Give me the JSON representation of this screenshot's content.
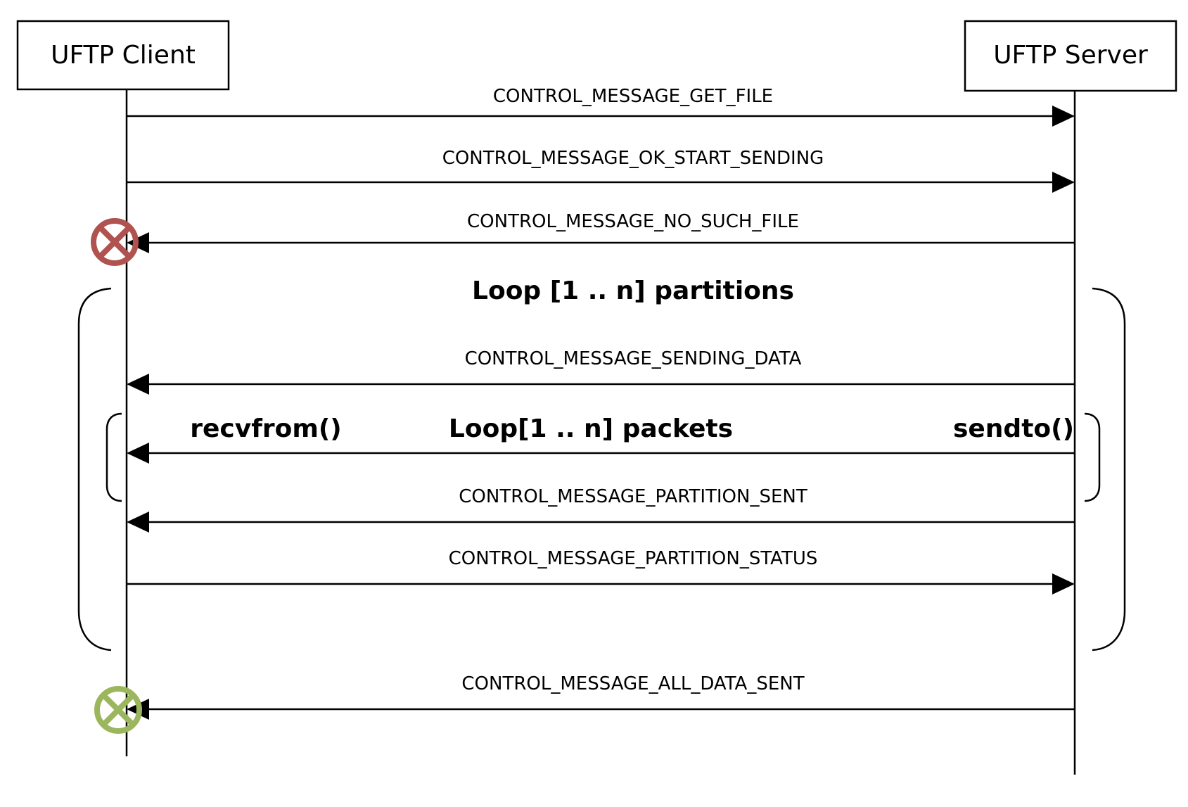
{
  "actors": {
    "client": {
      "label": "UFTP Client"
    },
    "server": {
      "label": "UFTP Server"
    }
  },
  "messages": [
    {
      "id": "get-file",
      "label": "CONTROL_MESSAGE_GET_FILE",
      "direction": "client-to-server"
    },
    {
      "id": "ok-start-sending",
      "label": "CONTROL_MESSAGE_OK_START_SENDING",
      "direction": "client-to-server"
    },
    {
      "id": "no-such-file",
      "label": "CONTROL_MESSAGE_NO_SUCH_FILE",
      "direction": "server-to-client",
      "end_marker": "failure"
    },
    {
      "id": "sending-data",
      "label": "CONTROL_MESSAGE_SENDING_DATA",
      "direction": "server-to-client"
    },
    {
      "id": "packets",
      "label": "",
      "direction": "server-to-client"
    },
    {
      "id": "partition-sent",
      "label": "CONTROL_MESSAGE_PARTITION_SENT",
      "direction": "server-to-client"
    },
    {
      "id": "partition-status",
      "label": "CONTROL_MESSAGE_PARTITION_STATUS",
      "direction": "client-to-server"
    },
    {
      "id": "all-data-sent",
      "label": "CONTROL_MESSAGE_ALL_DATA_SENT",
      "direction": "server-to-client",
      "end_marker": "success"
    }
  ],
  "loops": {
    "partitions": {
      "title": "Loop [1 .. n] partitions"
    },
    "packets": {
      "title": "Loop[1 .. n] packets",
      "receiver_call": "recvfrom()",
      "sender_call": "sendto()"
    }
  },
  "markers": {
    "failure": {
      "icon": "x-circle-icon",
      "color": "#b0524f"
    },
    "success": {
      "icon": "x-circle-icon",
      "color": "#9bb65c"
    }
  }
}
